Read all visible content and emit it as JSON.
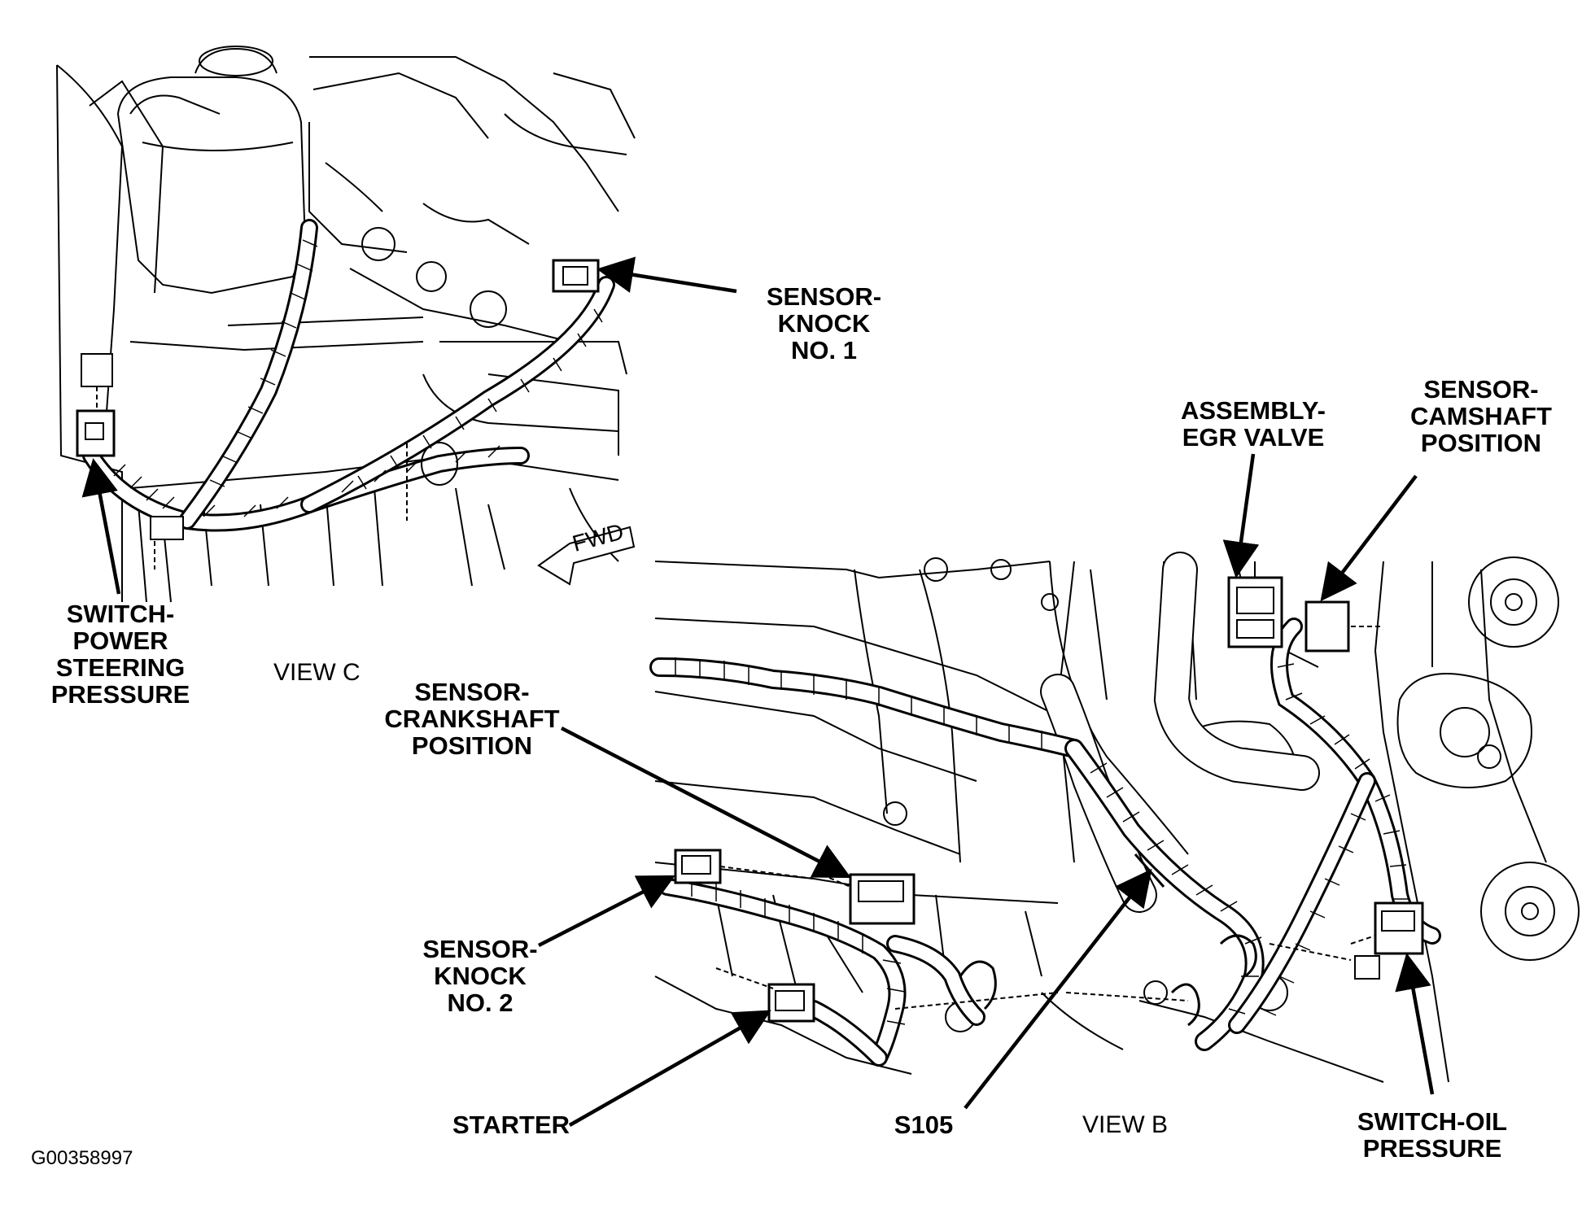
{
  "figure_id": "G00358997",
  "views": {
    "view_c": "VIEW C",
    "view_b": "VIEW B"
  },
  "fwd_arrow": "FWD",
  "callouts": {
    "sensor_knock_1": [
      "SENSOR-",
      "KNOCK",
      "NO. 1"
    ],
    "switch_power_steering": [
      "SWITCH-",
      "POWER",
      "STEERING",
      "PRESSURE"
    ],
    "assembly_egr": [
      "ASSEMBLY-",
      "EGR VALVE"
    ],
    "sensor_camshaft": [
      "SENSOR-",
      "CAMSHAFT",
      "POSITION"
    ],
    "sensor_crankshaft": [
      "SENSOR-",
      "CRANKSHAFT",
      "POSITION"
    ],
    "sensor_knock_2": [
      "SENSOR-",
      "KNOCK",
      "NO. 2"
    ],
    "starter": [
      "STARTER"
    ],
    "s105": [
      "S105"
    ],
    "switch_oil_pressure": [
      "SWITCH-OIL",
      "PRESSURE"
    ]
  },
  "colors": {
    "line": "#000000",
    "background": "#ffffff"
  }
}
